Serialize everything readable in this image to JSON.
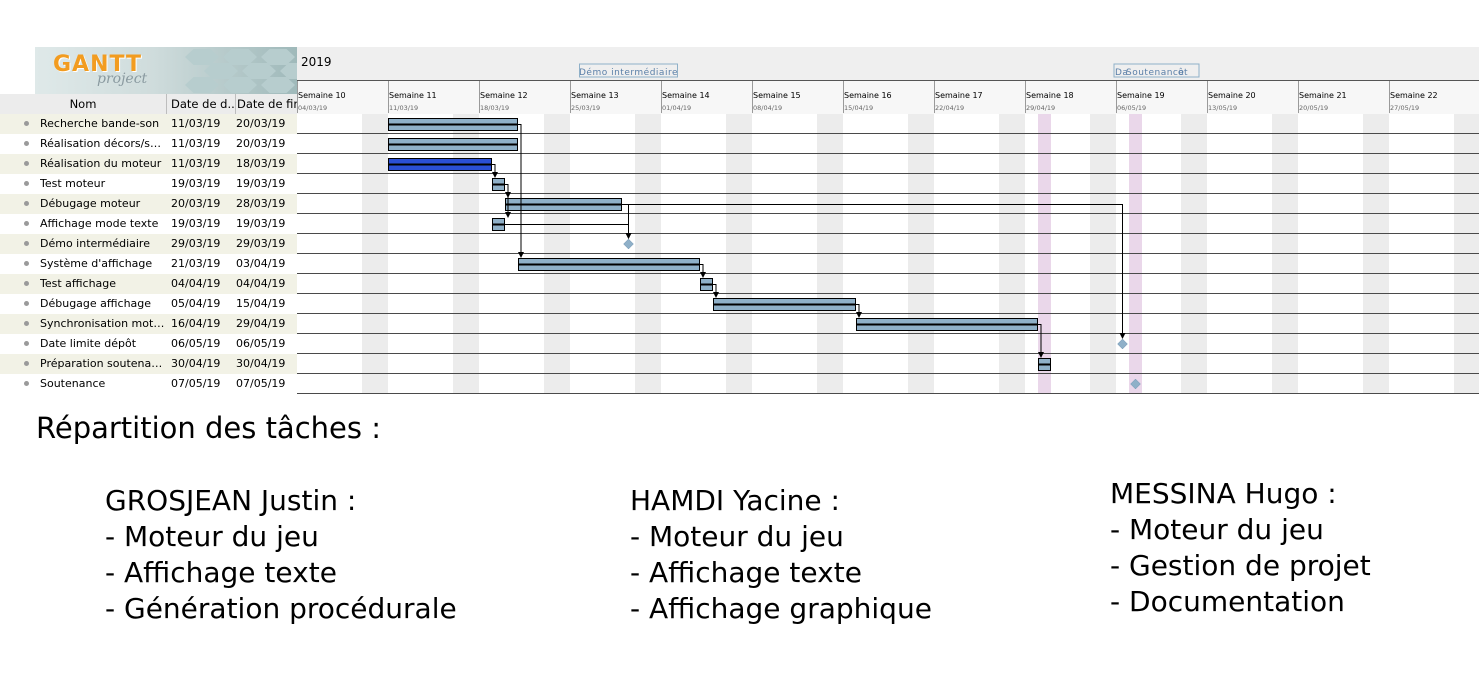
{
  "logo": {
    "gantt_text": "GANTT",
    "project_text": "project"
  },
  "table": {
    "headers": {
      "name": "Nom",
      "start": "Date de d...",
      "end": "Date de fin"
    },
    "tasks": [
      {
        "name": "Recherche bande-son",
        "start": "11/03/19",
        "end": "20/03/19"
      },
      {
        "name": "Réalisation décors/spr...",
        "start": "11/03/19",
        "end": "20/03/19"
      },
      {
        "name": "Réalisation du moteur",
        "start": "11/03/19",
        "end": "18/03/19"
      },
      {
        "name": "Test moteur",
        "start": "19/03/19",
        "end": "19/03/19"
      },
      {
        "name": "Débugage moteur",
        "start": "20/03/19",
        "end": "28/03/19"
      },
      {
        "name": "Affichage mode texte",
        "start": "19/03/19",
        "end": "19/03/19"
      },
      {
        "name": "Démo intermédiaire",
        "start": "29/03/19",
        "end": "29/03/19"
      },
      {
        "name": "Système d'affichage",
        "start": "21/03/19",
        "end": "03/04/19"
      },
      {
        "name": "Test affichage",
        "start": "04/04/19",
        "end": "04/04/19"
      },
      {
        "name": "Débugage affichage",
        "start": "05/04/19",
        "end": "15/04/19"
      },
      {
        "name": "Synchronisation mote...",
        "start": "16/04/19",
        "end": "29/04/19"
      },
      {
        "name": "Date limite dépôt",
        "start": "06/05/19",
        "end": "06/05/19"
      },
      {
        "name": "Préparation soutenance",
        "start": "30/04/19",
        "end": "30/04/19"
      },
      {
        "name": "Soutenance",
        "start": "07/05/19",
        "end": "07/05/19"
      }
    ]
  },
  "timeline": {
    "year": "2019",
    "weeks": [
      {
        "label": "Semaine 10",
        "date": "04/03/19"
      },
      {
        "label": "Semaine 11",
        "date": "11/03/19"
      },
      {
        "label": "Semaine 12",
        "date": "18/03/19"
      },
      {
        "label": "Semaine 13",
        "date": "25/03/19"
      },
      {
        "label": "Semaine 14",
        "date": "01/04/19"
      },
      {
        "label": "Semaine 15",
        "date": "08/04/19"
      },
      {
        "label": "Semaine 16",
        "date": "15/04/19"
      },
      {
        "label": "Semaine 17",
        "date": "22/04/19"
      },
      {
        "label": "Semaine 18",
        "date": "29/04/19"
      },
      {
        "label": "Semaine 19",
        "date": "06/05/19"
      },
      {
        "label": "Semaine 20",
        "date": "13/05/19"
      },
      {
        "label": "Semaine 21",
        "date": "20/05/19"
      },
      {
        "label": "Semaine 22",
        "date": "27/05/19"
      }
    ],
    "milestone_labels": [
      {
        "text": "Démo intermédiaire",
        "date": "29/03/19"
      },
      {
        "text": "Da",
        "date": "06/05/19"
      },
      {
        "text": "Soutenance",
        "date": "07/05/19"
      },
      {
        "text": "ôt",
        "date": "06/05/19"
      }
    ],
    "highlighted_days": [
      "30/04/19",
      "07/05/19"
    ]
  },
  "gantt_tasks": [
    {
      "start": "11/03/19",
      "end": "20/03/19",
      "progress": 0
    },
    {
      "start": "11/03/19",
      "end": "20/03/19",
      "progress": 0
    },
    {
      "start": "11/03/19",
      "end": "18/03/19",
      "progress": 1
    },
    {
      "start": "19/03/19",
      "end": "19/03/19",
      "progress": 0
    },
    {
      "start": "20/03/19",
      "end": "28/03/19",
      "progress": 0
    },
    {
      "start": "19/03/19",
      "end": "19/03/19",
      "progress": 0
    },
    {
      "start": "29/03/19",
      "end": "29/03/19",
      "milestone": true
    },
    {
      "start": "21/03/19",
      "end": "03/04/19",
      "progress": 0
    },
    {
      "start": "04/04/19",
      "end": "04/04/19",
      "progress": 0
    },
    {
      "start": "05/04/19",
      "end": "15/04/19",
      "progress": 0
    },
    {
      "start": "16/04/19",
      "end": "29/04/19",
      "progress": 0
    },
    {
      "start": "06/05/19",
      "end": "06/05/19",
      "milestone": true
    },
    {
      "start": "30/04/19",
      "end": "30/04/19",
      "progress": 0
    },
    {
      "start": "07/05/19",
      "end": "07/05/19",
      "milestone": true
    }
  ],
  "dependencies": [
    [
      0,
      7
    ],
    [
      2,
      3
    ],
    [
      3,
      4
    ],
    [
      3,
      5
    ],
    [
      4,
      6
    ],
    [
      5,
      6
    ],
    [
      4,
      11
    ],
    [
      7,
      8
    ],
    [
      8,
      9
    ],
    [
      9,
      10
    ],
    [
      10,
      12
    ]
  ],
  "colors": {
    "bar_fill": "#8fb0c8",
    "bar_complete": "#2a4fd6",
    "bar_border": "#000000",
    "milestone": "#8fb0c8",
    "weekend": "#ececec",
    "highlight": "#ead7ea",
    "row_line": "#4a4a4a"
  },
  "repartition": {
    "title": "Répartition des tâches :",
    "people": [
      {
        "name": "GROSJEAN Justin :",
        "items": [
          "- Moteur du jeu",
          "- Affichage texte",
          "- Génération procédurale"
        ]
      },
      {
        "name": "HAMDI Yacine :",
        "items": [
          "- Moteur du jeu",
          "- Affichage texte",
          "- Affichage graphique"
        ]
      },
      {
        "name": "MESSINA Hugo :",
        "items": [
          "- Moteur du jeu",
          "- Gestion de projet",
          "- Documentation"
        ]
      }
    ]
  }
}
